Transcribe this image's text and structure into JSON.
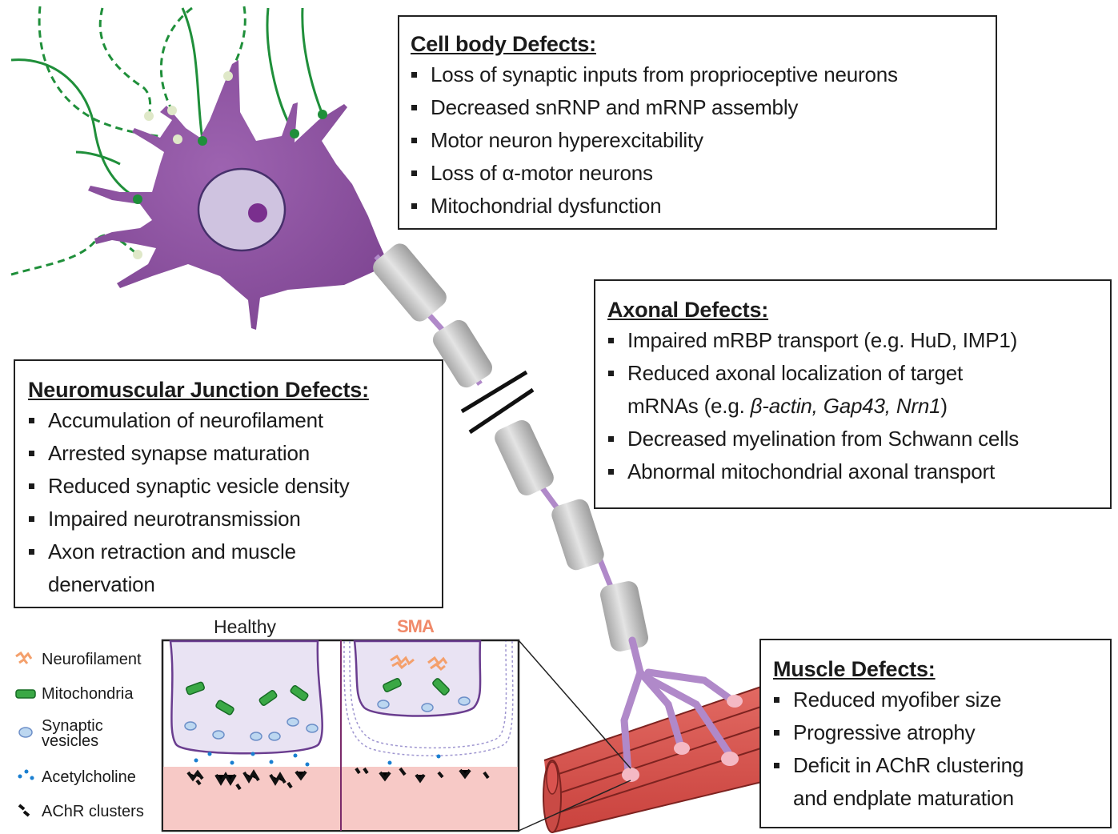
{
  "cell_body": {
    "title": "Cell body Defects:",
    "items": [
      "Loss of synaptic inputs from proprioceptive neurons",
      "Decreased snRNP and mRNP assembly",
      "Motor neuron hyperexcitability",
      "Loss of α-motor neurons",
      "Mitochondrial dysfunction"
    ]
  },
  "axonal": {
    "title": "Axonal Defects:",
    "item1": "Impaired mRBP transport (e.g. HuD, IMP1)",
    "item2_line1": "Reduced axonal localization of target",
    "item2_line2_prefix": "mRNAs (e.g. ",
    "item2_genes": "β-actin, Gap43, Nrn1",
    "item2_line2_suffix": ")",
    "item3": "Decreased myelination from Schwann cells",
    "item4": "Abnormal mitochondrial axonal transport"
  },
  "nmj": {
    "title": "Neuromuscular Junction Defects:",
    "items": [
      "Accumulation of neurofilament",
      "Arrested synapse maturation",
      "Reduced synaptic vesicle density",
      "Impaired neurotransmission"
    ],
    "item5_line1": "Axon retraction and muscle",
    "item5_line2": "denervation"
  },
  "muscle": {
    "title": "Muscle Defects:",
    "items": [
      "Reduced myofiber size",
      "Progressive atrophy"
    ],
    "item3_line1": "Deficit in AChR clustering",
    "item3_line2": "and endplate maturation"
  },
  "panel": {
    "healthy_label": "Healthy",
    "sma_label": "SMA"
  },
  "legend": {
    "neurofilament": "Neurofilament",
    "mitochondria": "Mitochondria",
    "vesicles_line1": "Synaptic",
    "vesicles_line2": "vesicles",
    "acetylcholine": "Acetylcholine",
    "achr": "AChR clusters"
  },
  "colors": {
    "neuron": "#8b4f9e",
    "nucleus": "#cfc3e0",
    "myelin": "#c8c8c8",
    "muscle": "#d9534f",
    "synapse_dendrite": "#1f8f3a",
    "sma_label": "#f08a6a",
    "muscle_cleft": "#f7c9c6"
  }
}
